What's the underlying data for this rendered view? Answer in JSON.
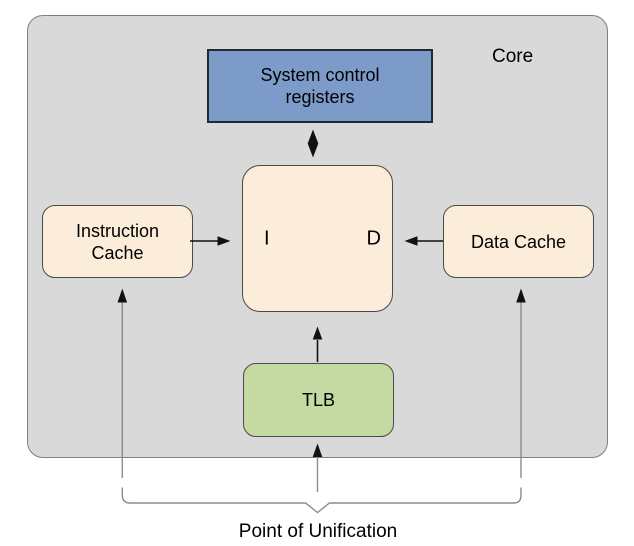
{
  "diagram": {
    "container_label": "Core",
    "nodes": {
      "system_control_registers": {
        "label": "System control registers"
      },
      "core_pipeline": {
        "left_port": "I",
        "right_port": "D"
      },
      "instruction_cache": {
        "label": "Instruction Cache"
      },
      "data_cache": {
        "label": "Data Cache"
      },
      "tlb": {
        "label": "TLB"
      }
    },
    "annotation": {
      "point_of_unification": "Point of Unification"
    },
    "colors": {
      "container_fill": "#d9d9d9",
      "container_border": "#7f7f7f",
      "registers_fill": "#7d9bc8",
      "registers_border": "#1f2a38",
      "cache_fill": "#fcecda",
      "cache_border": "#4a4a4a",
      "tlb_fill": "#c5d9a2",
      "arrow_color": "#111111",
      "bracket_color": "#8c8c8c"
    }
  }
}
